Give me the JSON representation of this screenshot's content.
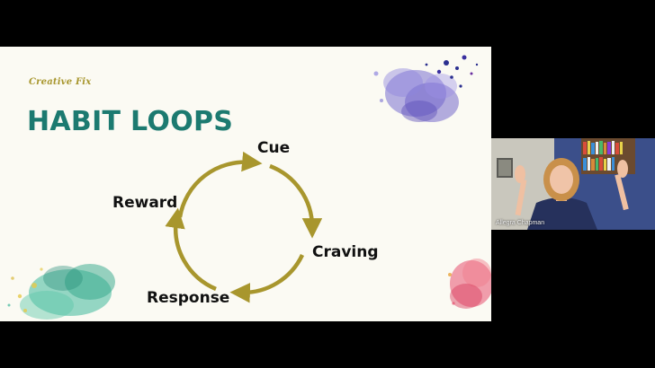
{
  "slide": {
    "brand": "Creative Fix",
    "title": "HABIT LOOPS",
    "loop_steps": [
      "Cue",
      "Craving",
      "Response",
      "Reward"
    ],
    "colors": {
      "title": "#1c7a70",
      "brand": "#a8962d",
      "arrows": "#a8962d",
      "background": "#fbfaf3"
    }
  },
  "video": {
    "participant_name": "Allegra Chapman"
  }
}
